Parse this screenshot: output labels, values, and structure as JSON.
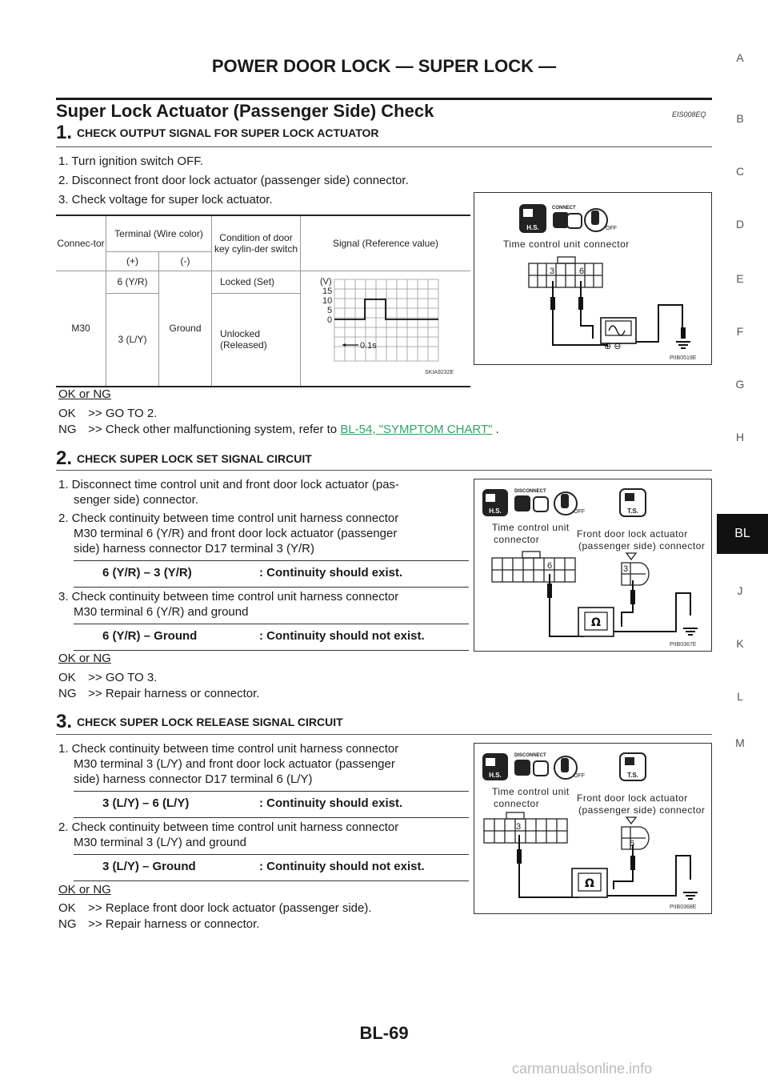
{
  "header": {
    "title": "POWER DOOR LOCK — SUPER LOCK —"
  },
  "section": {
    "title": "Super Lock Actuator (Passenger Side) Check",
    "code": "EIS008EQ"
  },
  "sidebar": {
    "letters": [
      "A",
      "B",
      "C",
      "D",
      "E",
      "F",
      "G",
      "H",
      "BL",
      "J",
      "K",
      "L",
      "M"
    ],
    "active": "BL"
  },
  "step1": {
    "number": "1.",
    "title": "CHECK OUTPUT SIGNAL FOR SUPER LOCK ACTUATOR",
    "items": [
      "1. Turn ignition switch OFF.",
      "2. Disconnect front door lock actuator (passenger side) connector.",
      "3. Check voltage for super lock actuator."
    ],
    "table": {
      "headers": {
        "connector": "Connec-tor",
        "terminal": "Terminal (Wire color)",
        "plus": "(+)",
        "minus": "(-)",
        "condition": "Condition of door key cylin-der switch",
        "signal": "Signal (Reference value)"
      },
      "connector": "M30",
      "rows": [
        {
          "plus": "6 (Y/R)",
          "condition": "Locked (Set)"
        },
        {
          "plus": "3 (L/Y)",
          "condition": "Unlocked (Released)"
        }
      ],
      "minus": "Ground"
    },
    "waveform": {
      "unit": "(V)",
      "yticks": [
        "15",
        "10",
        "5",
        "0"
      ],
      "time_label": "0.1s",
      "code": "SKIA9232E"
    },
    "figure": {
      "caption": "Time control unit connector",
      "pins": [
        "3",
        "6"
      ],
      "badges": [
        "H.S.",
        "CONNECT",
        "OFF"
      ],
      "code": "PIIB0519E"
    },
    "ok_ng": "OK or NG",
    "ok": ">> GO TO 2.",
    "ng_prefix": ">> Check other malfunctioning system, refer to",
    "ng_link": "BL-54, \"SYMPTOM CHART\"",
    "ng_suffix": "."
  },
  "step2": {
    "number": "2.",
    "title": "CHECK SUPER LOCK SET SIGNAL CIRCUIT",
    "item1_line1": "1. Disconnect time control unit and front door lock actuator (pas-",
    "item1_line2": "senger side) connector.",
    "item2_line1": "2. Check continuity between time control unit harness connector",
    "item2_line2": "M30 terminal 6 (Y/R) and front door lock actuator (passenger",
    "item2_line3": "side) harness connector D17 terminal 3 (Y/R)",
    "spec1_left": "6 (Y/R) – 3 (Y/R)",
    "spec1_right": ": Continuity should exist.",
    "item3_line1": "3. Check continuity between time control unit harness connector",
    "item3_line2": "M30 terminal 6 (Y/R) and ground",
    "spec2_left": "6 (Y/R) – Ground",
    "spec2_right": ": Continuity should not exist.",
    "figure": {
      "label_left_1": "Time control unit",
      "label_left_2": "connector",
      "label_right_1": "Front door lock actuator",
      "label_right_2": "(passenger side) connector",
      "pin_left": "6",
      "pin_right": "3",
      "badges": [
        "H.S.",
        "DISCONNECT",
        "OFF",
        "T.S."
      ],
      "meter": "Ω",
      "code": "PIIB0367E"
    },
    "ok_ng": "OK or NG",
    "ok": ">> GO TO 3.",
    "ng": ">> Repair harness or connector."
  },
  "step3": {
    "number": "3.",
    "title": "CHECK SUPER LOCK RELEASE SIGNAL CIRCUIT",
    "item1_line1": "1. Check continuity between time control unit harness connector",
    "item1_line2": "M30 terminal 3 (L/Y) and front door lock actuator (passenger",
    "item1_line3": "side) harness connector D17 terminal 6 (L/Y)",
    "spec1_left": "3 (L/Y) – 6 (L/Y)",
    "spec1_right": ": Continuity should exist.",
    "item2_line1": "2. Check continuity between time control unit harness connector",
    "item2_line2": "M30 terminal 3 (L/Y) and ground",
    "spec2_left": "3 (L/Y) – Ground",
    "spec2_right": ": Continuity should not exist.",
    "figure": {
      "label_left_1": "Time control unit",
      "label_left_2": "connector",
      "label_right_1": "Front door lock actuator",
      "label_right_2": "(passenger side) connector",
      "pin_left": "3",
      "pin_right": "6",
      "badges": [
        "H.S.",
        "DISCONNECT",
        "OFF",
        "T.S."
      ],
      "meter": "Ω",
      "code": "PIIB0368E"
    },
    "ok_ng": "OK or NG",
    "ok": ">> Replace front door lock actuator (passenger side).",
    "ng": ">> Repair harness or connector."
  },
  "labels": {
    "ok": "OK",
    "ng": "NG"
  },
  "footer": {
    "page": "BL-69",
    "watermark": "carmanualsonline.info"
  }
}
